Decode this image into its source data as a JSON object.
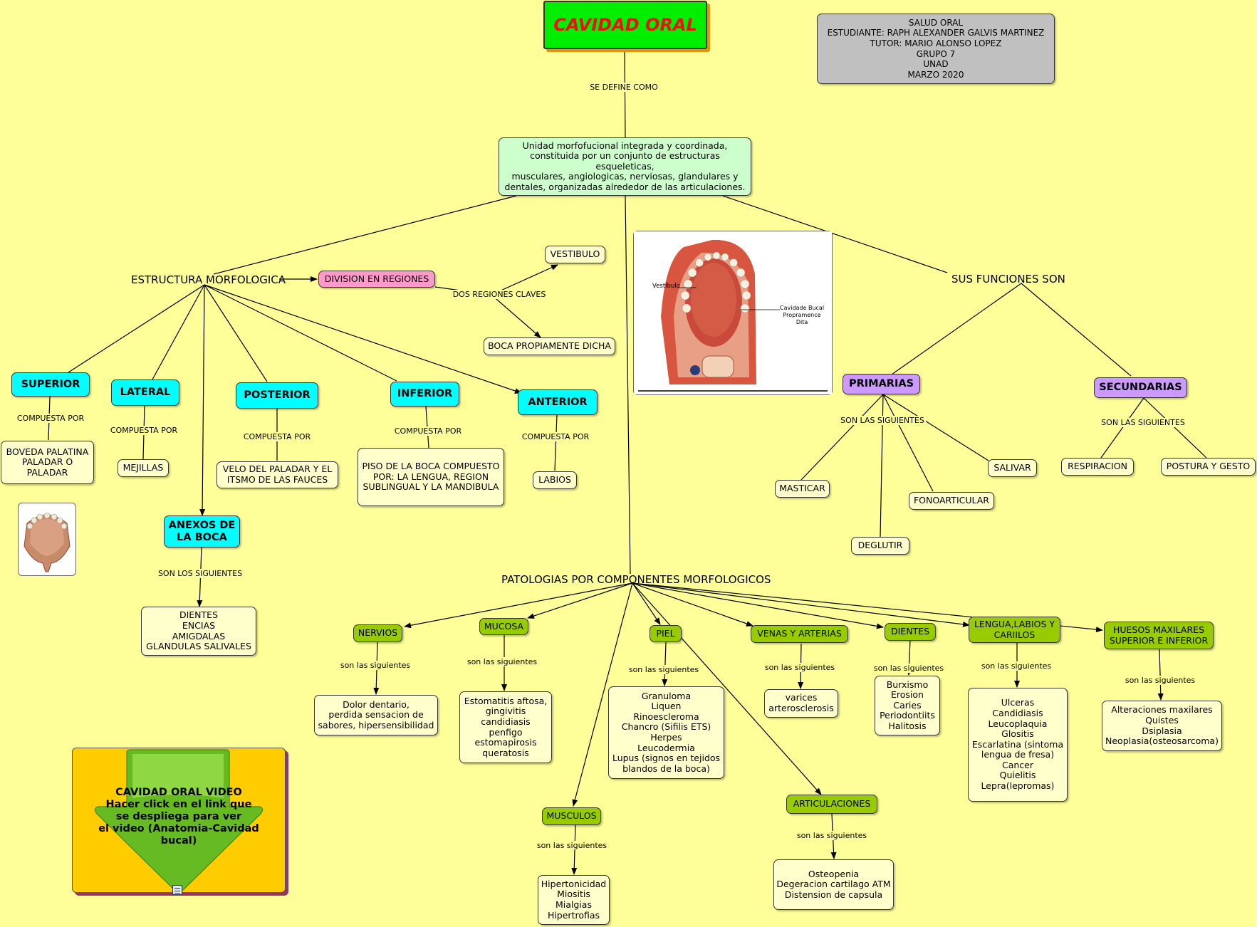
{
  "title": "CAVIDAD ORAL",
  "info": "SALUD ORAL\nESTUDIANTE: RAPH ALEXANDER GALVIS MARTINEZ\nTUTOR: MARIO ALONSO LOPEZ\nGRUPO 7\nUNAD\nMARZO 2020",
  "links": {
    "se_define_como": "SE DEFINE COMO",
    "dos_regiones": "DOS REGIONES CLAVES",
    "compuesta_por": "COMPUESTA POR",
    "son_los_siguientes": "SON LOS SIGUIENTES",
    "son_las_siguientes_upper": "SON LAS SIGUIENTES",
    "son_las_siguientes": "son las siguientes"
  },
  "definition": "Unidad morfofucional integrada y coordinada,\nconstituida por un conjunto de estructuras esqueleticas,\nmusculares, angiologicas, nerviosas, glandulares y\ndentales, organizadas alrededor de las articulaciones.",
  "structure": {
    "heading": "ESTRUCTURA MORFOLOGICA",
    "division": "DIVISION EN REGIONES",
    "vestibulo": "VESTIBULO",
    "boca_propia": "BOCA PROPIAMENTE DICHA",
    "superior": "SUPERIOR",
    "superior_detail": "BOVEDA PALATINA\nPALADAR O\nPALADAR",
    "lateral": "LATERAL",
    "lateral_detail": "MEJILLAS",
    "posterior": "POSTERIOR",
    "posterior_detail": "VELO DEL PALADAR Y EL\nITSMO DE LAS FAUCES",
    "inferior": "INFERIOR",
    "inferior_detail": "PISO DE LA BOCA COMPUESTO\nPOR: LA LENGUA, REGION\nSUBLINGUAL Y LA MANDIBULA",
    "anterior": "ANTERIOR",
    "anterior_detail": "LABIOS",
    "anexos": "ANEXOS DE\nLA BOCA",
    "anexos_detail": "DIENTES\nENCIAS\nAMIGDALAS\nGLANDULAS SALIVALES"
  },
  "image_labels": {
    "vestibulo": "Vestíbulo",
    "cavidad": "Cavidade Bucal\nPropramence\nDita"
  },
  "functions": {
    "heading": "SUS FUNCIONES SON",
    "primarias": "PRIMARIAS",
    "secundarias": "SECUNDARIAS",
    "masticar": "MASTICAR",
    "deglutir": "DEGLUTIR",
    "fonoarticular": "FONOARTICULAR",
    "salivar": "SALIVAR",
    "respiracion": "RESPIRACION",
    "postura": "POSTURA Y GESTO"
  },
  "pathologies": {
    "heading": "PATOLOGIAS POR COMPONENTES MORFOLOGICOS",
    "nervios": "NERVIOS",
    "nervios_detail": "Dolor dentario,\nperdida sensacion de\nsabores, hipersensibilidad",
    "mucosa": "MUCOSA",
    "mucosa_detail": "Estomatitis aftosa,\ngingivitis\ncandidiasis\npenfigo\nestomapirosis\nqueratosis",
    "musculos": "MUSCULOS",
    "musculos_detail": "Hipertonicidad\nMiositis\nMialgias\nHipertrofias",
    "piel": "PIEL",
    "piel_detail": "Granuloma\nLiquen\nRinoescleroma\nChancro (Sifilis ETS)\nHerpes\nLeucodermia\nLupus (signos en tejidos\nblandos de la boca)",
    "articulaciones": "ARTICULACIONES",
    "articulaciones_detail": "Osteopenia\nDegeracion cartilago ATM\nDistension de capsula",
    "venas": "VENAS Y ARTERIAS",
    "venas_detail": "varices\narterosclerosis",
    "dientes": "DIENTES",
    "dientes_detail": "Burxismo\nErosion\nCaries\nPeriodontiits\nHalitosis",
    "lengua": "LENGUA,LABIOS Y\nCARIILOS",
    "lengua_detail": "Ulceras\nCandidiasis\nLeucoplaquia\nGlositis\nEscarlatina (sintoma\nlengua de fresa)\nCancer\nQuielitis\nLepra(lepromas)",
    "huesos": "HUESOS MAXILARES\nSUPERIOR E INFERIOR",
    "huesos_detail": "Alteraciones maxilares\nQuistes\nDsiplasia\nNeoplasia(osteosarcoma)"
  },
  "video": "CAVIDAD ORAL VIDEO\nHacer click en el link que\nse despliega para ver\nel video (Anatomia-Cavidad\nbucal)",
  "colors": {
    "background": "#ffff99",
    "title_fill": "#00ee00",
    "title_text": "#ee1111",
    "cyan_node": "#00ffff",
    "olive_node": "#99cc00",
    "purple_node": "#cc99ff",
    "pink_node": "#ff99cc",
    "video_fill": "#ffcc00"
  }
}
